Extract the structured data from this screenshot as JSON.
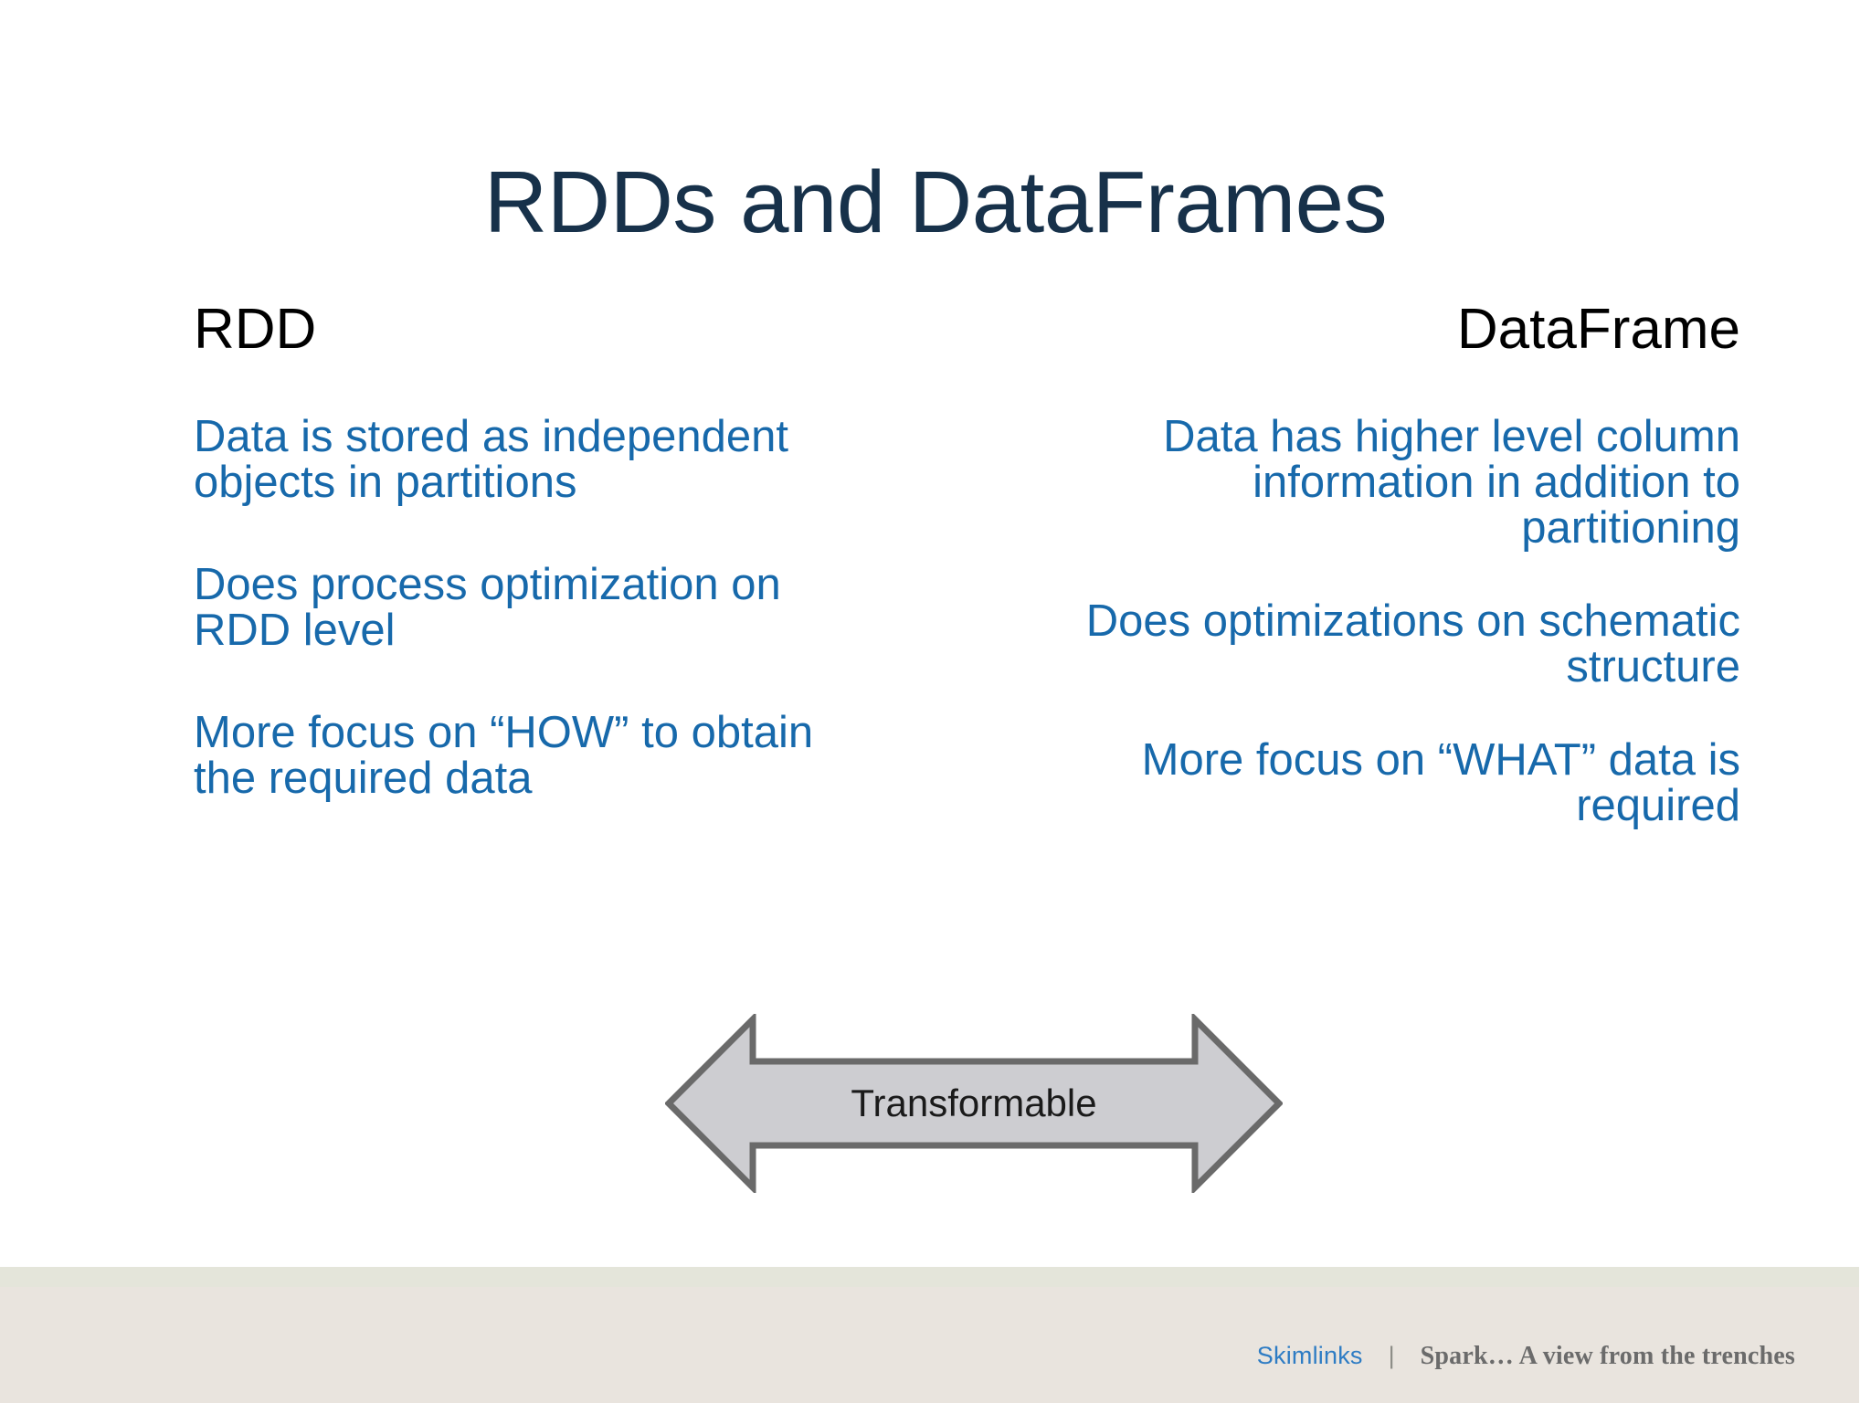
{
  "slide": {
    "title": "RDDs and DataFrames",
    "title_color": "#17314a",
    "body_color": "#1769ab",
    "header_color": "#000000",
    "background": "#ffffff"
  },
  "columns": {
    "left": {
      "header": "RDD",
      "bullets": [
        "Data is stored as independent objects in partitions",
        "Does process optimization on RDD level",
        "More focus on “HOW” to obtain the required data"
      ]
    },
    "right": {
      "header": "DataFrame",
      "bullets": [
        "Data has higher level column information in addition to partitioning",
        "Does optimizations on schematic structure",
        "More focus on “WHAT” data is required"
      ]
    }
  },
  "arrow": {
    "label": "Transformable",
    "fill": "#cdcdd1",
    "stroke": "#6a6a6a",
    "icon": "double-headed-arrow-icon"
  },
  "footer": {
    "brand": "Skimlinks",
    "separator": "|",
    "tagline": "Spark… A view from the trenches",
    "band_color": "#e9e4de",
    "stripe_color": "#e4e5da",
    "brand_color": "#2e7cc4",
    "tagline_color": "#6b6b6b"
  }
}
